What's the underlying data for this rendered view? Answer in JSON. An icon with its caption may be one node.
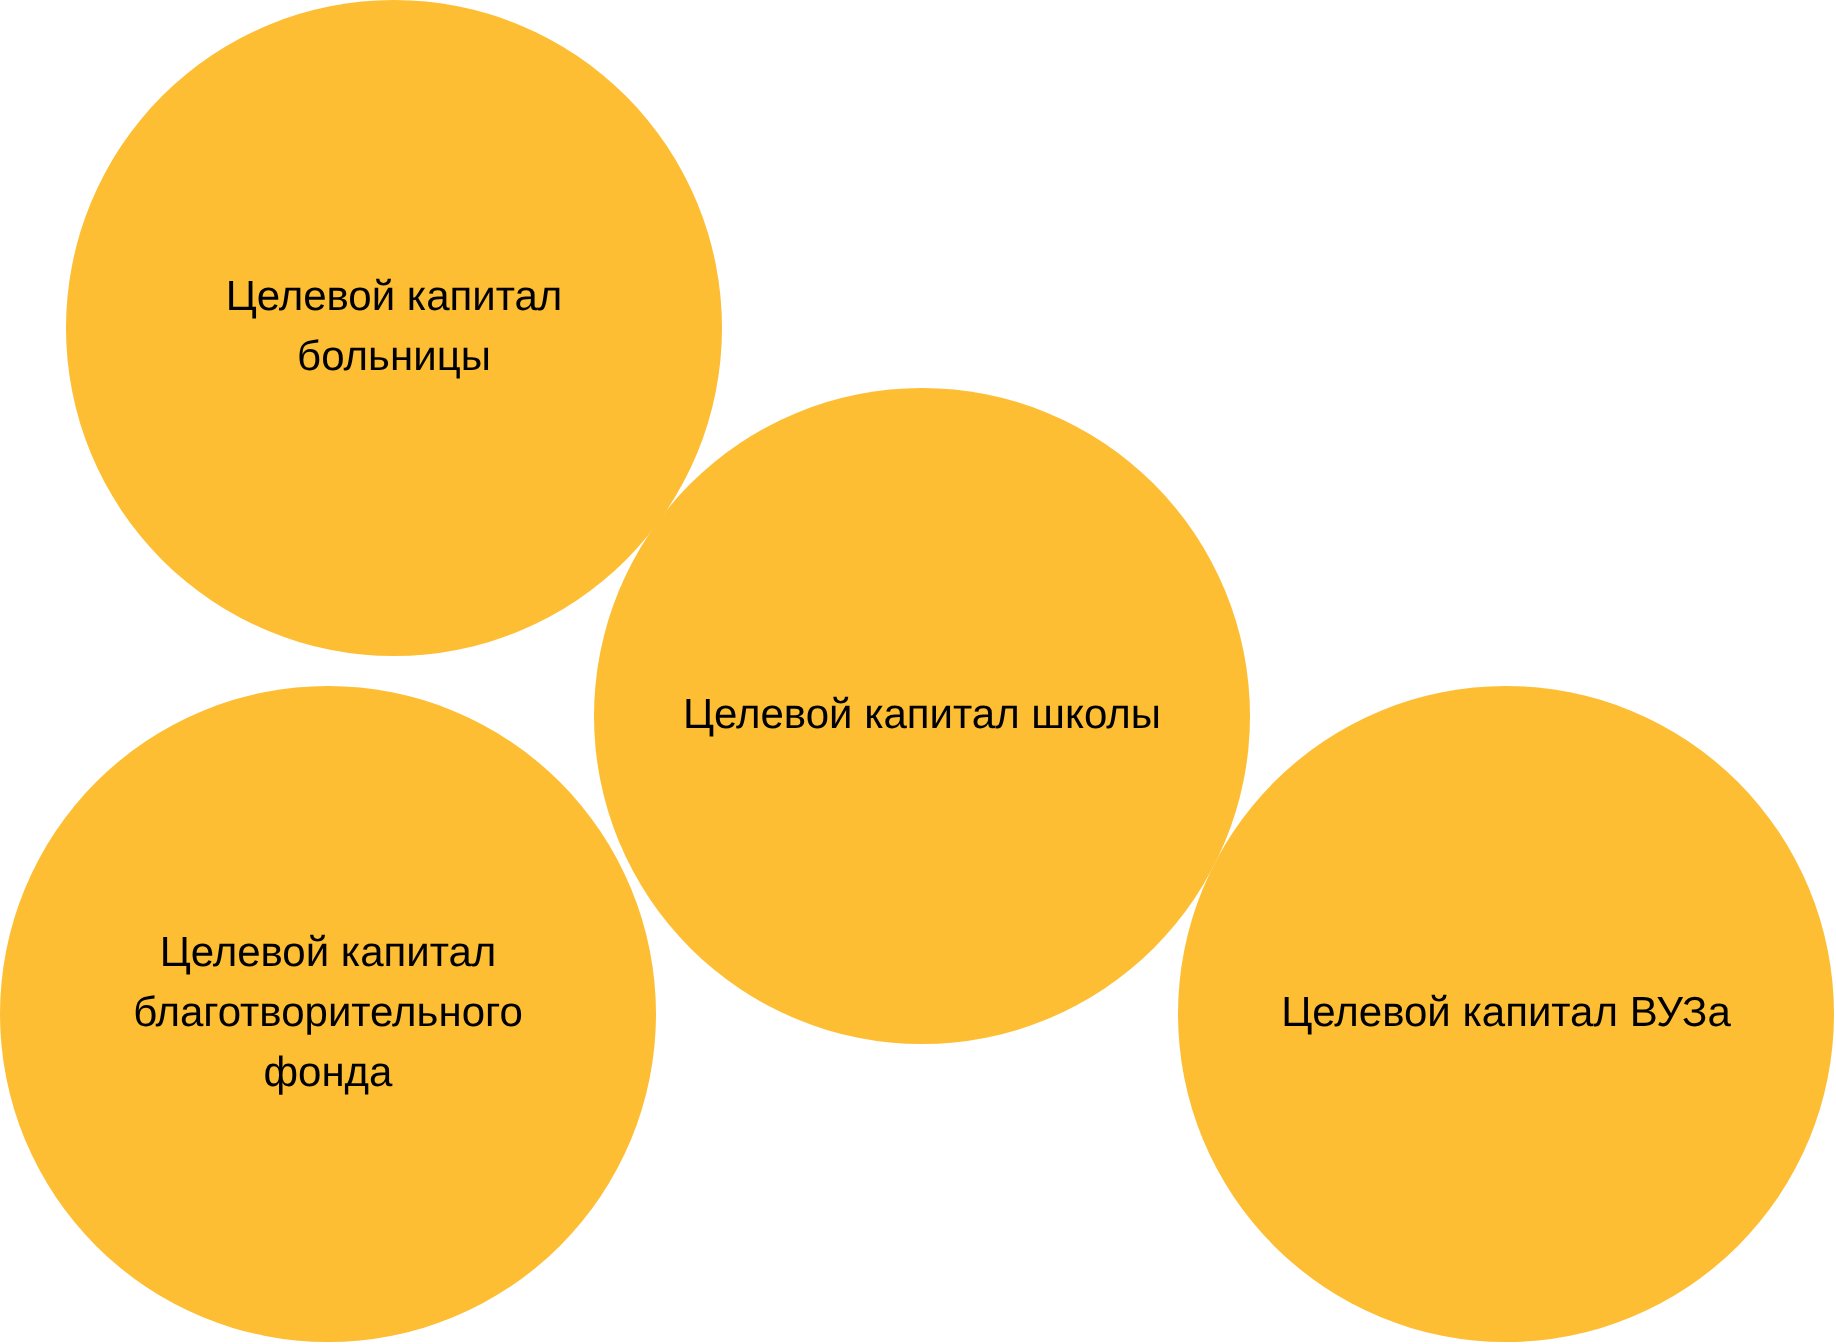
{
  "diagram": {
    "nodes": [
      {
        "text": [
          "Целевой капитал больницы"
        ]
      },
      {
        "text": [
          "Целевой капитал школы"
        ]
      },
      {
        "text": [
          "Целевой капитал благотворительного фонда"
        ]
      },
      {
        "text": [
          "Целевой капитал ВУЗа"
        ]
      }
    ]
  }
}
